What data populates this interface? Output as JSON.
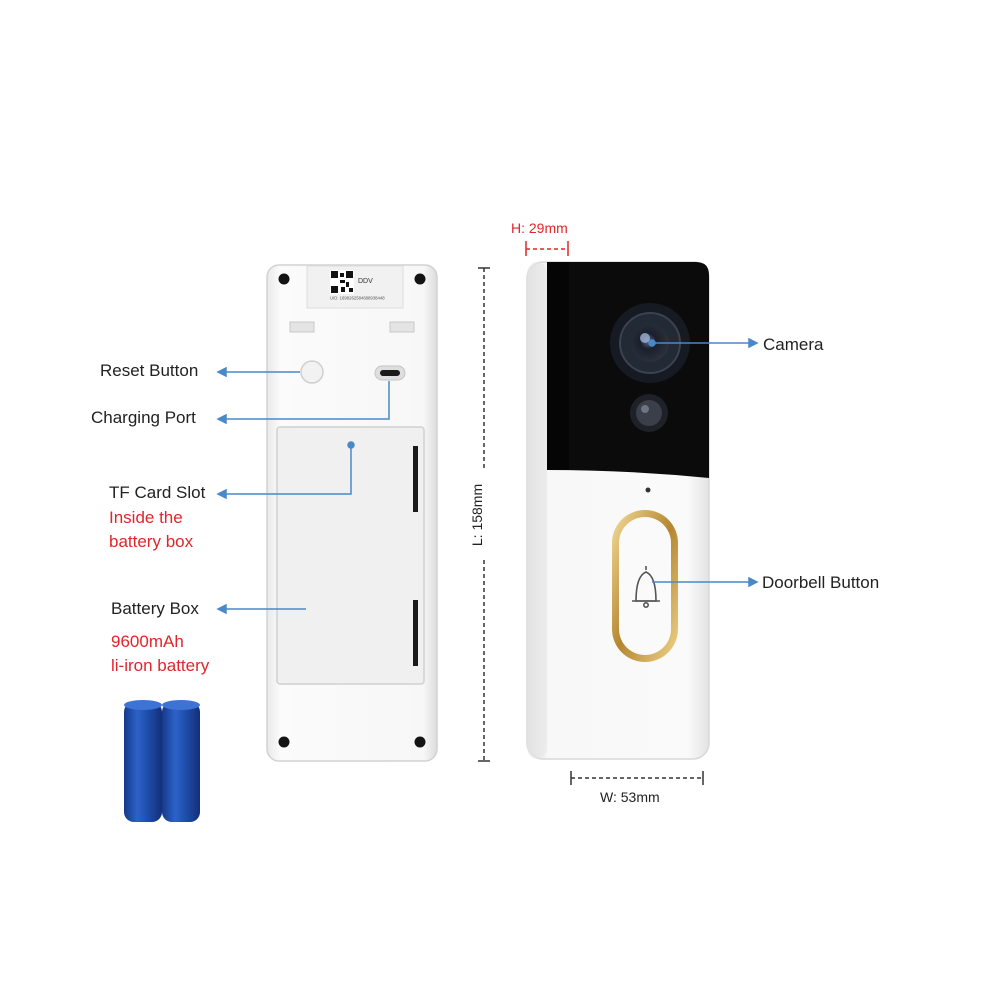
{
  "labels": {
    "reset_button": "Reset Button",
    "charging_port": "Charging Port",
    "tf_card_slot": "TF Card Slot",
    "tf_note_line1": "Inside the",
    "tf_note_line2": "battery box",
    "battery_box": "Battery Box",
    "battery_note_line1": "9600mAh",
    "battery_note_line2": "li-iron battery",
    "camera": "Camera",
    "doorbell_button": "Doorbell Button"
  },
  "dimensions": {
    "height": "H: 29mm",
    "length": "L: 158mm",
    "width": "W: 53mm"
  },
  "device_back": {
    "qr_text": "DDV",
    "serial_text": "UID: 1698262584688938448"
  },
  "colors": {
    "callout_line": "#4a88c8",
    "note_text": "#e0262a",
    "battery": "#1f4fae",
    "gold_ring": "#caa04a"
  }
}
